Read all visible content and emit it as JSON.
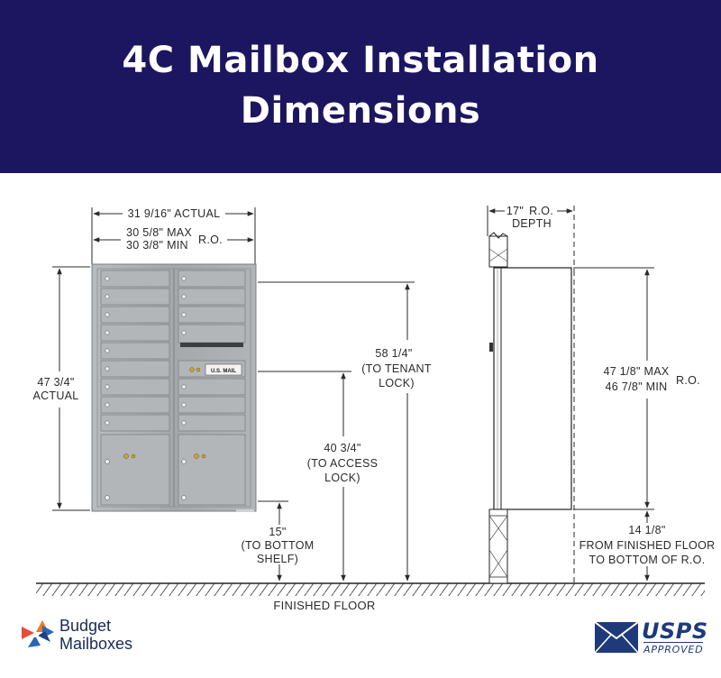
{
  "header": {
    "title_line1": "4C Mailbox Installation",
    "title_line2": "Dimensions",
    "background": "#1c1660"
  },
  "dimensions": {
    "actual_width": "31 9/16\" ACTUAL",
    "ro_max": "30 5/8\" MAX",
    "ro_min": "30 3/8\" MIN",
    "ro_abbrev": "R.O.",
    "height_value": "47 3/4\"",
    "height_label": "ACTUAL",
    "tenant_lock_value": "58 1/4\"",
    "tenant_lock_line2": "(TO TENANT",
    "tenant_lock_line3": "LOCK)",
    "access_lock_value": "40 3/4\"",
    "access_lock_line2": "(TO ACCESS",
    "access_lock_line3": "LOCK)",
    "bottom_shelf_value": "15\"",
    "bottom_shelf_line2": "(TO BOTTOM",
    "bottom_shelf_line3": "SHELF)",
    "depth_value": "17\"",
    "depth_ro": "R.O.",
    "depth_label": "DEPTH",
    "side_ro_max": "47 1/8\" MAX",
    "side_ro_min": "46 7/8\" MIN",
    "side_ro_abbrev": "R.O.",
    "floor_offset_value": "14 1/8\"",
    "floor_offset_line2": "FROM FINISHED FLOOR",
    "floor_offset_line3": "TO BOTTOM OF R.O.",
    "finished_floor": "FINISHED FLOOR"
  },
  "mailbox": {
    "usmail_label": "U.S. MAIL",
    "color": "#a8acae"
  },
  "brand": {
    "line1": "Budget",
    "line2": "Mailboxes",
    "icon": "budget-mailboxes-flower-icon"
  },
  "usps": {
    "word": "USPS",
    "sub": "APPROVED",
    "icon": "usps-eagle-icon"
  }
}
